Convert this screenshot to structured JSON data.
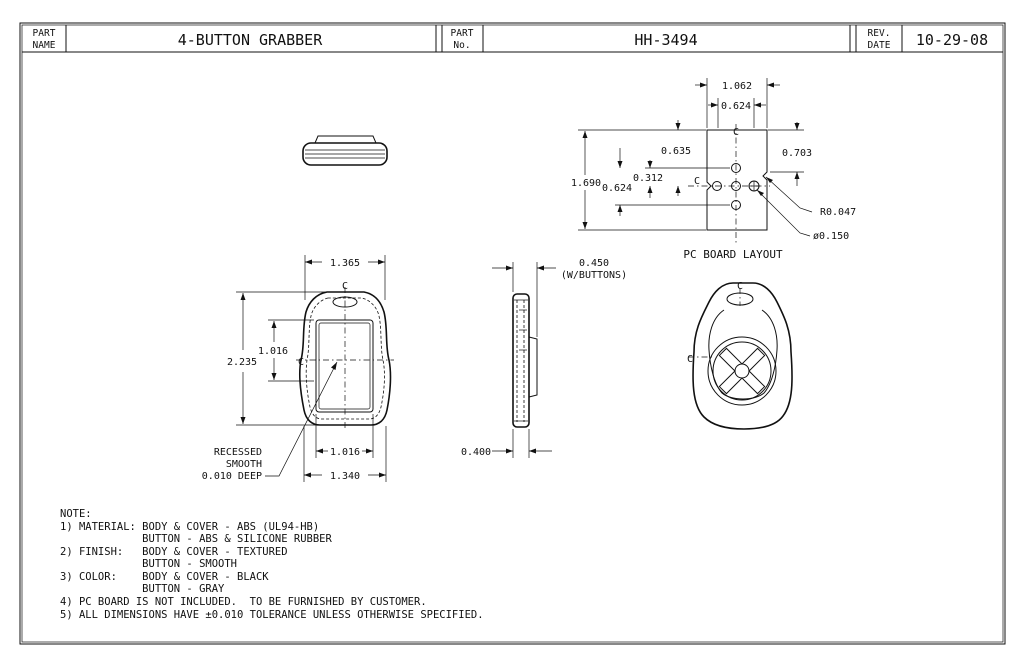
{
  "title_block": {
    "part_name_label_1": "PART",
    "part_name_label_2": "NAME",
    "part_name_value": "4-BUTTON GRABBER",
    "part_no_label_1": "PART",
    "part_no_label_2": "No.",
    "part_no_value": "HH-3494",
    "rev_label_1": "REV.",
    "rev_label_2": "DATE",
    "rev_value": "10-29-08"
  },
  "pcb_layout": {
    "caption": "PC BOARD LAYOUT",
    "dims": {
      "w_outer": "1.062",
      "w_inner": "0.624",
      "h_total": "1.690",
      "d_635": "0.635",
      "d_703": "0.703",
      "d_312": "0.312",
      "d_624v": "0.624",
      "radius": "R0.047",
      "hole_dia": "ø0.150"
    },
    "centerline": "C"
  },
  "front_view": {
    "dims": {
      "width_top": "1.365",
      "height_total": "2.235",
      "recess_height": "1.016",
      "recess_width": "1.016",
      "width_bottom": "1.340"
    },
    "recess_note": [
      "RECESSED",
      "SMOOTH",
      "0.010 DEEP"
    ],
    "centerline": "C"
  },
  "side_view": {
    "dims": {
      "thickness_buttons": "0.450",
      "thickness_buttons_note": "(W/BUTTONS)",
      "thickness_body": "0.400"
    }
  },
  "iso_view": {
    "centerline": "C"
  },
  "notes": {
    "header": "NOTE:",
    "lines": [
      "1) MATERIAL: BODY & COVER - ABS (UL94-HB)",
      "             BUTTON - ABS & SILICONE RUBBER",
      "2) FINISH:   BODY & COVER - TEXTURED",
      "             BUTTON - SMOOTH",
      "3) COLOR:    BODY & COVER - BLACK",
      "             BUTTON - GRAY",
      "4) PC BOARD IS NOT INCLUDED.  TO BE FURNISHED BY CUSTOMER.",
      "5) ALL DIMENSIONS HAVE ±0.010 TOLERANCE UNLESS OTHERWISE SPECIFIED."
    ]
  }
}
